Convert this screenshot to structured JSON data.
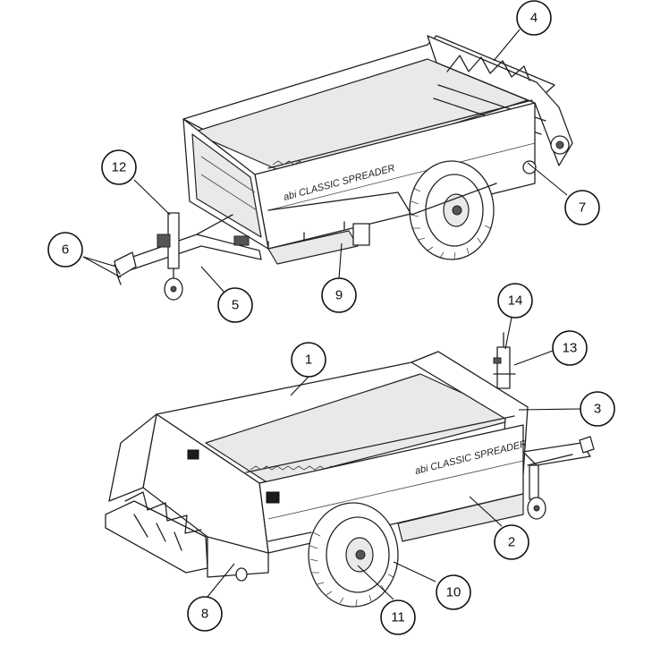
{
  "callouts": [
    {
      "id": "c1",
      "label": "1"
    },
    {
      "id": "c2",
      "label": "2"
    },
    {
      "id": "c3",
      "label": "3"
    },
    {
      "id": "c4",
      "label": "4"
    },
    {
      "id": "c5",
      "label": "5"
    },
    {
      "id": "c6",
      "label": "6"
    },
    {
      "id": "c7",
      "label": "7"
    },
    {
      "id": "c8",
      "label": "8"
    },
    {
      "id": "c9",
      "label": "9"
    },
    {
      "id": "c10",
      "label": "10"
    },
    {
      "id": "c11",
      "label": "11"
    },
    {
      "id": "c12",
      "label": "12"
    },
    {
      "id": "c13",
      "label": "13"
    },
    {
      "id": "c14",
      "label": "14"
    }
  ],
  "brand": {
    "top_logo": "abi CLASSIC SPREADER",
    "bottom_logo": "abi CLASSIC SPREADER"
  }
}
